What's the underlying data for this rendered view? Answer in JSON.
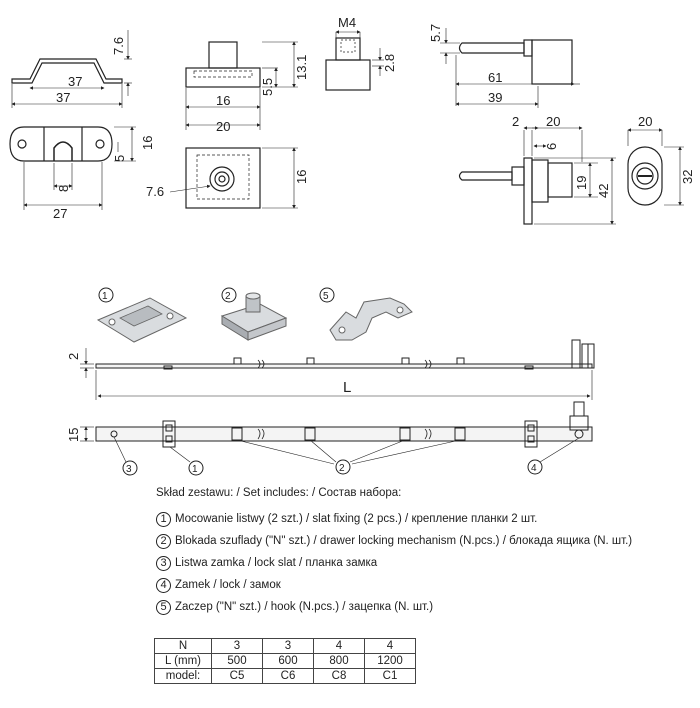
{
  "dimensions": {
    "hook_height": "7.6",
    "hook_inner": "37",
    "hook_outer": "37",
    "hook_side": "16",
    "hook_slot": "5",
    "hook_hole": "8",
    "hook_width": "27",
    "block_thread": "M4",
    "block_h1": "5.5",
    "block_h2": "13.1",
    "block_h3": "2.8",
    "block_w1": "16",
    "block_w2": "20",
    "block_side": "16",
    "block_hole": "7.6",
    "lock_top": "5.7",
    "lock_len1": "61",
    "lock_len2": "39",
    "lock_a": "2",
    "lock_b": "20",
    "lock_c": "6",
    "lock_d": "19",
    "lock_e": "42",
    "lock_face_w": "20",
    "lock_face_h": "32",
    "slat_thick": "2",
    "slat_height": "15",
    "length": "L"
  },
  "callouts": [
    "1",
    "2",
    "3",
    "4",
    "5"
  ],
  "legend": {
    "title": "Skład zestawu: / Set includes: / Состав набора:",
    "items": [
      {
        "num": "1",
        "text": "Mocowanie listwy (2 szt.) / slat fixing (2 pcs.) / крепление планки 2 шт."
      },
      {
        "num": "2",
        "text": "Blokada szuflady (\"N\" szt.) / drawer locking mechanism (N.pcs.) / блокада ящика (N. шт.)"
      },
      {
        "num": "3",
        "text": "Listwa zamka / lock slat / планка замка"
      },
      {
        "num": "4",
        "text": "Zamek / lock / замок"
      },
      {
        "num": "5",
        "text": "Zaczep (\"N\" szt.) / hook (N.pcs.) / зацепка (N. шт.)"
      }
    ]
  },
  "table": {
    "rows": [
      {
        "label": "N",
        "values": [
          "3",
          "3",
          "4",
          "4"
        ]
      },
      {
        "label": "L (mm)",
        "values": [
          "500",
          "600",
          "800",
          "1200"
        ]
      },
      {
        "label": "model:",
        "values": [
          "C5",
          "C6",
          "C8",
          "C1"
        ]
      }
    ]
  }
}
